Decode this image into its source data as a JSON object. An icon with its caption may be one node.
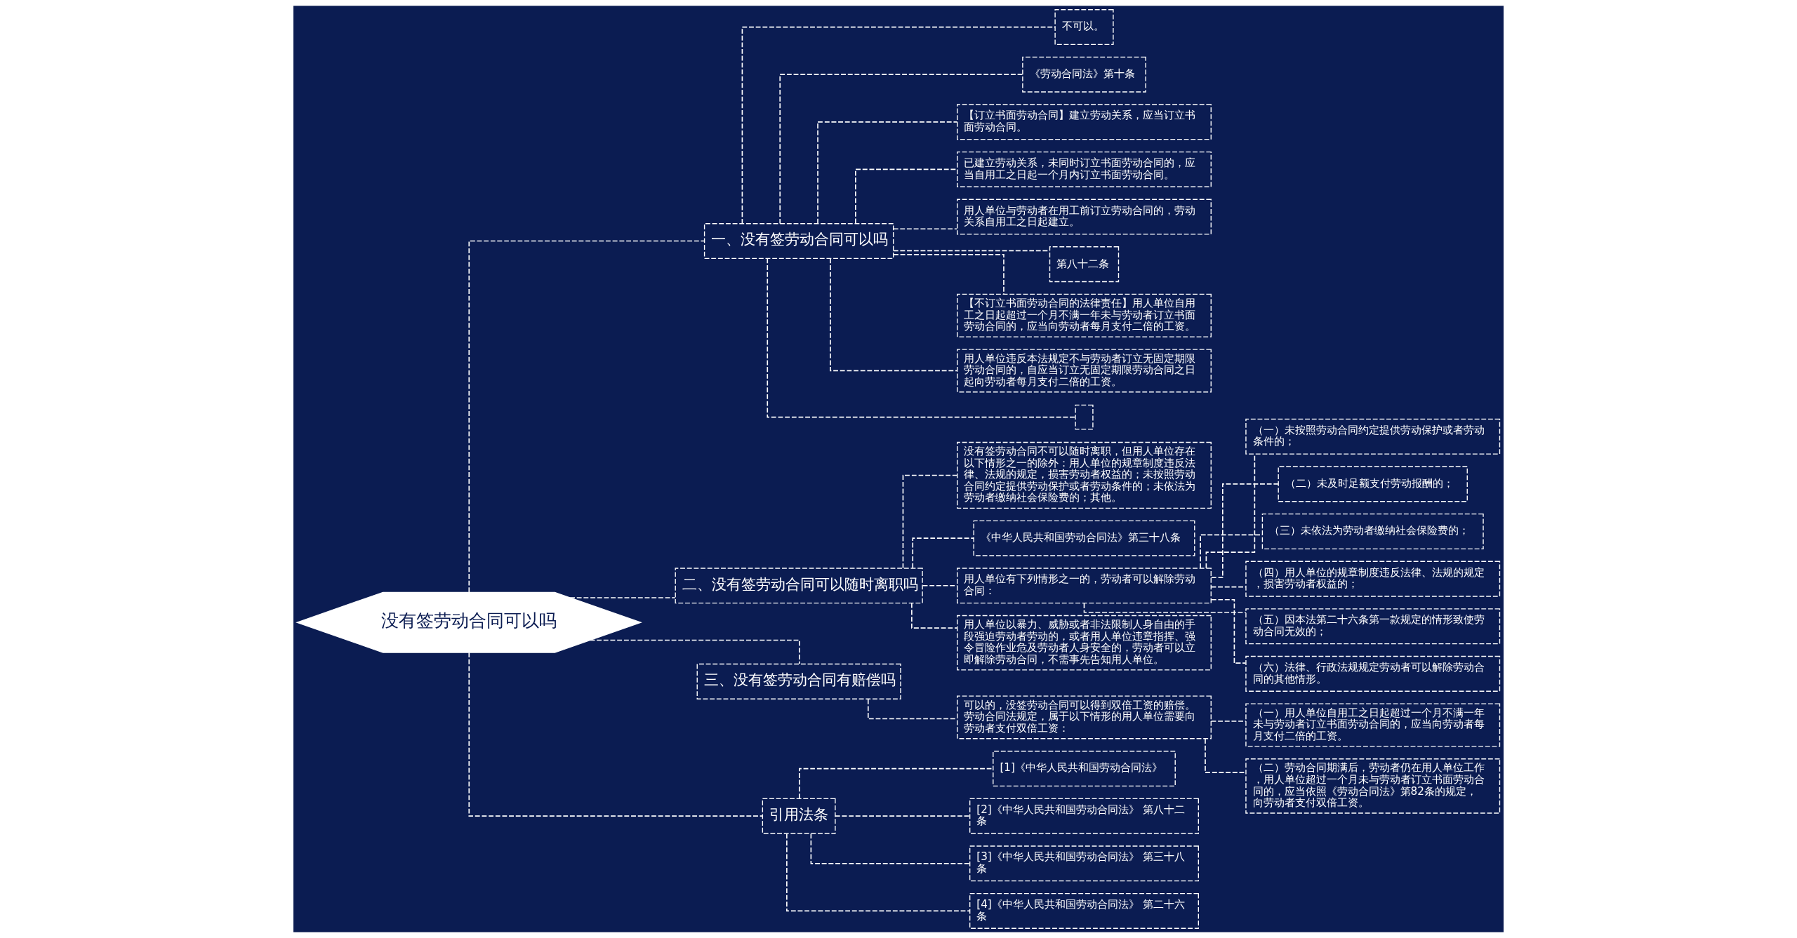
{
  "diagram": {
    "nodes": [
      {
        "text": [
          "没有签劳动合同可以吗"
        ]
      },
      {
        "text": [
          "一、没有签劳动合同可以吗"
        ]
      },
      {
        "text": [
          "不可以。"
        ]
      },
      {
        "text": [
          "《劳动合同法》第十条"
        ]
      },
      {
        "text": [
          "【订立书面劳动合同】建立劳动关系，应当订立书面劳动合同。"
        ]
      },
      {
        "text": [
          "已建立劳动关系，未同时订立书面劳动合同的，应当自用工之日起一个月内订立书面劳动合同。"
        ]
      },
      {
        "text": [
          "用人单位与劳动者在用工前订立劳动合同的，劳动关系自用工之日起建立。"
        ]
      },
      {
        "text": [
          "第八十二条"
        ]
      },
      {
        "text": [
          "【不订立书面劳动合同的法律责任】用人单位自用工之日起超过一个月不满一年未与劳动者订立书面劳动合同的，应当向劳动者每月支付二倍的工资。"
        ]
      },
      {
        "text": [
          "用人单位违反本法规定不与劳动者订立无固定期限劳动合同的，自应当订立无固定期限劳动合同之日起向劳动者每月支付二倍的工资。"
        ]
      },
      {
        "text": [],
        "shape": "box"
      },
      {
        "text": [
          "二、没有签劳动合同可以随时离职吗"
        ]
      },
      {
        "text": [
          "没有签劳动合同不可以随时离职，但用人单位存在以下情形之一的除外：用人单位的规章制度违反法律、法规的规定，损害劳动者权益的；未按照劳动合同约定提供劳动保护或者劳动条件的；未依法为劳动者缴纳社会保险费的；其他。"
        ]
      },
      {
        "text": [
          "《中华人民共和国劳动合同法》第三十八条"
        ]
      },
      {
        "text": [
          "用人单位有下列情形之一的，劳动者可以解除劳动合同："
        ]
      },
      {
        "text": [
          "（一）未按照劳动合同约定提供劳动保护或者劳动条件的；"
        ]
      },
      {
        "text": [
          "（二）未及时足额支付劳动报酬的；"
        ]
      },
      {
        "text": [
          "（三）未依法为劳动者缴纳社会保险费的；"
        ]
      },
      {
        "text": [
          "（四）用人单位的规章制度违反法律、法规的规定，损害劳动者权益的；"
        ]
      },
      {
        "text": [
          "（五）因本法第二十六条第一款规定的情形致使劳动合同无效的；"
        ]
      },
      {
        "text": [
          "（六）法律、行政法规规定劳动者可以解除劳动合同的其他情形。"
        ]
      },
      {
        "text": [
          "用人单位以暴力、威胁或者非法限制人身自由的手段强迫劳动者劳动的，或者用人单位违章指挥、强令冒险作业危及劳动者人身安全的，劳动者可以立即解除劳动合同，不需事先告知用人单位。"
        ]
      },
      {
        "text": [
          "三、没有签劳动合同有赔偿吗"
        ]
      },
      {
        "text": [
          "可以的，没签劳动合同可以得到双倍工资的赔偿。劳动合同法规定，属于以下情形的用人单位需要向劳动者支付双倍工资："
        ]
      },
      {
        "text": [
          "（一）用人单位自用工之日起超过一个月不满一年未与劳动者订立书面劳动合同的，应当向劳动者每月支付二倍的工资。"
        ]
      },
      {
        "text": [
          "（二）劳动合同期满后，劳动者仍在用人单位工作，用人单位超过一个月未与劳动者订立书面劳动合同的，应当依照《劳动合同法》第82条的规定，向劳动者支付双倍工资。"
        ]
      },
      {
        "text": [
          "引用法条"
        ]
      },
      {
        "text": [
          "[1]《中华人民共和国劳动合同法》"
        ]
      },
      {
        "text": [
          "[2]《中华人民共和国劳动合同法》 第八十二条"
        ]
      },
      {
        "text": [
          "[3]《中华人民共和国劳动合同法》 第三十八条"
        ]
      },
      {
        "text": [
          "[4]《中华人民共和国劳动合同法》 第二十六条"
        ]
      }
    ],
    "edges": [
      {
        "from": 0,
        "to": 1,
        "arrow": "none"
      },
      {
        "from": 1,
        "to": 2,
        "arrow": "none"
      },
      {
        "from": 1,
        "to": 3,
        "arrow": "none"
      },
      {
        "from": 1,
        "to": 4,
        "arrow": "none"
      },
      {
        "from": 1,
        "to": 5,
        "arrow": "none"
      },
      {
        "from": 1,
        "to": 6,
        "arrow": "none"
      },
      {
        "from": 1,
        "to": 7,
        "arrow": "none"
      },
      {
        "from": 1,
        "to": 8,
        "arrow": "none"
      },
      {
        "from": 1,
        "to": 9,
        "arrow": "none"
      },
      {
        "from": 1,
        "to": 10,
        "arrow": "none"
      },
      {
        "from": 0,
        "to": 11,
        "arrow": "none"
      },
      {
        "from": 11,
        "to": 12,
        "arrow": "none"
      },
      {
        "from": 11,
        "to": 13,
        "arrow": "none"
      },
      {
        "from": 11,
        "to": 14,
        "arrow": "none"
      },
      {
        "from": 14,
        "to": 15,
        "arrow": "none"
      },
      {
        "from": 14,
        "to": 16,
        "arrow": "none"
      },
      {
        "from": 14,
        "to": 17,
        "arrow": "none"
      },
      {
        "from": 14,
        "to": 18,
        "arrow": "none"
      },
      {
        "from": 14,
        "to": 19,
        "arrow": "none"
      },
      {
        "from": 14,
        "to": 20,
        "arrow": "none"
      },
      {
        "from": 11,
        "to": 21,
        "arrow": "none"
      },
      {
        "from": 0,
        "to": 22,
        "arrow": "none"
      },
      {
        "from": 22,
        "to": 23,
        "arrow": "none"
      },
      {
        "from": 23,
        "to": 24,
        "arrow": "none"
      },
      {
        "from": 23,
        "to": 25,
        "arrow": "none"
      },
      {
        "from": 0,
        "to": 26,
        "arrow": "none"
      },
      {
        "from": 26,
        "to": 27,
        "arrow": "none"
      },
      {
        "from": 26,
        "to": 28,
        "arrow": "none"
      },
      {
        "from": 26,
        "to": 29,
        "arrow": "none"
      },
      {
        "from": 26,
        "to": 30,
        "arrow": "none"
      }
    ]
  }
}
